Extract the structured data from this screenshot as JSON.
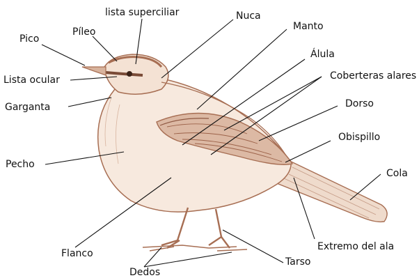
{
  "labels": {
    "pico": "Pico",
    "pileo": "Píleo",
    "lista_superciliar": "lista superciliar",
    "nuca": "Nuca",
    "manto": "Manto",
    "alula": "Álula",
    "coberteras_alares": "Coberteras alares",
    "dorso": "Dorso",
    "obispillo": "Obispillo",
    "cola": "Cola",
    "lista_ocular": "Lista ocular",
    "garganta": "Garganta",
    "pecho": "Pecho",
    "flanco": "Flanco",
    "dedos": "Dedos",
    "tarso": "Tarso",
    "extremo_del_ala": "Extremo del ala"
  },
  "colors": {
    "ink": "#111111",
    "sketch": "#a76e53",
    "body": "#f7e9de",
    "wing": "#dcb9a4"
  }
}
